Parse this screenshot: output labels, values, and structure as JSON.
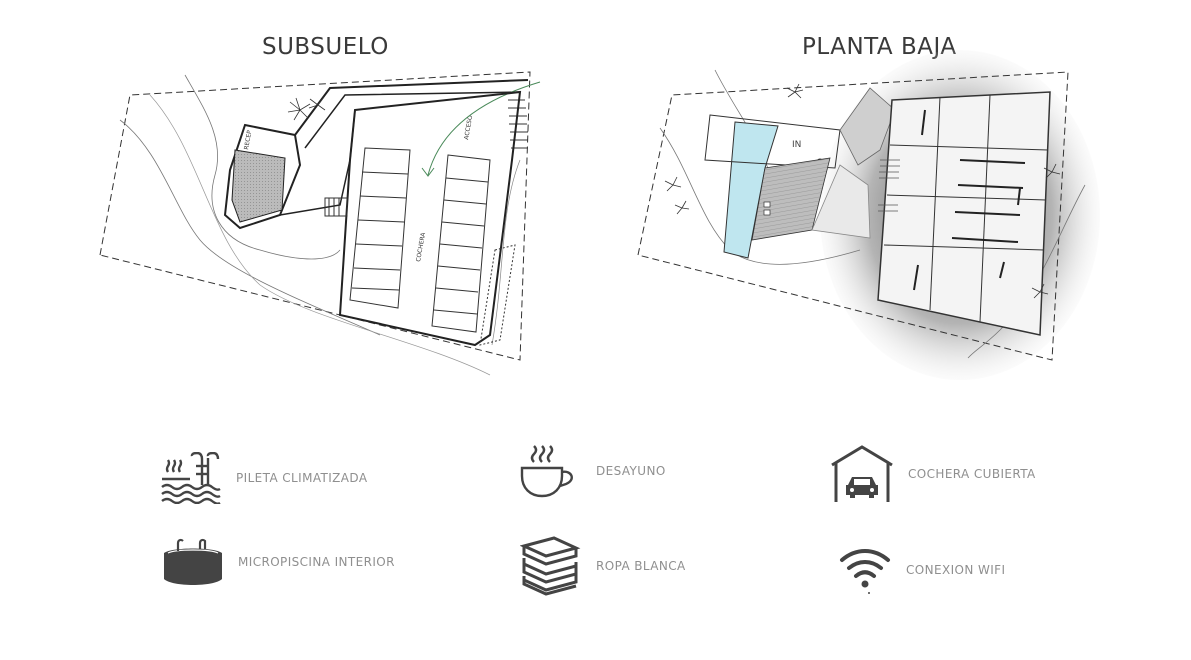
{
  "plans": {
    "subsuelo": {
      "title": "SUBSUELO",
      "labels": {
        "recepcion": "RECEP",
        "acceso": "ACCESO",
        "cochera": "COCHERA"
      }
    },
    "planta_baja": {
      "title": "PLANTA BAJA",
      "labels": {
        "in": "IN"
      }
    }
  },
  "amenities": [
    {
      "label": "PILETA CLIMATIZADA",
      "icon": "pool-ladder-icon"
    },
    {
      "label": "DESAYUNO",
      "icon": "coffee-cup-icon"
    },
    {
      "label": "COCHERA CUBIERTA",
      "icon": "covered-garage-icon"
    },
    {
      "label": "MICROPISCINA INTERIOR",
      "icon": "hot-tub-icon"
    },
    {
      "label": "ROPA BLANCA",
      "icon": "stacked-towels-icon"
    },
    {
      "label": "CONEXION WIFI",
      "icon": "wifi-icon"
    }
  ],
  "colors": {
    "icon": "#444444",
    "label": "#8f8f8f",
    "pool": "#bfe6ef",
    "title": "#3a3a3a"
  }
}
